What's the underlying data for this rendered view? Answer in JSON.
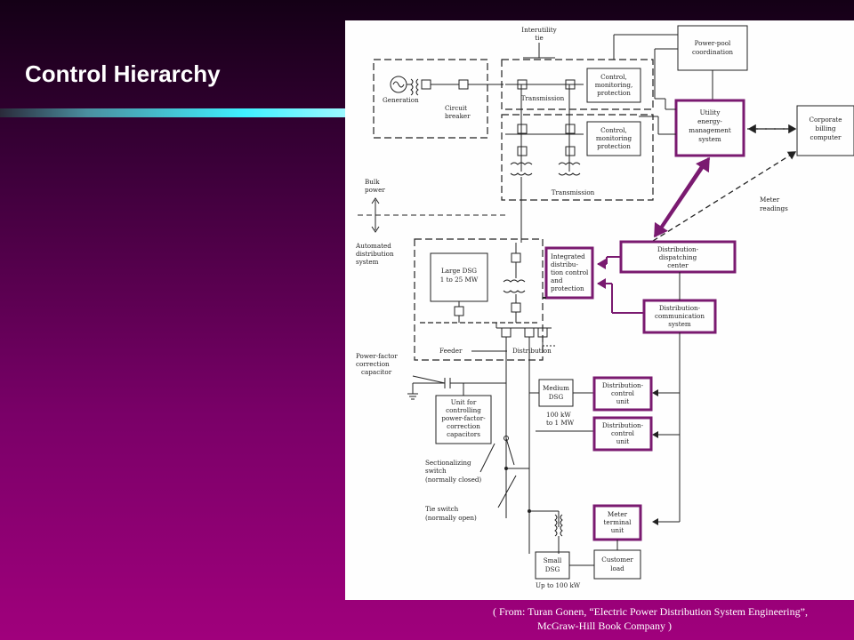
{
  "slide": {
    "title": "Control Hierarchy",
    "caption_line1": "( From: Turan Gonen, “Electric Power Distribution System Engineering”,",
    "caption_line2": "McGraw-Hill Book Company )"
  },
  "colors": {
    "accent_box": "#7a1a70",
    "background_top": "#140016",
    "background_bottom": "#a0007c"
  },
  "diagram": {
    "interutility_tie": [
      "Interutility",
      "tie"
    ],
    "power_pool": [
      "Power-pool",
      "coordination"
    ],
    "utility_ems": [
      "Utility",
      "energy-",
      "management",
      "system"
    ],
    "corporate_billing": [
      "Corporate",
      "billing",
      "computer"
    ],
    "control_1": [
      "Control,",
      "monitoring,",
      "protection"
    ],
    "control_2": [
      "Control,",
      "monitoring",
      "protection"
    ],
    "generation": "Generation",
    "circuit_breaker": [
      "Circuit",
      "breaker"
    ],
    "transmission_1": "Transmission",
    "transmission_2": "Transmission",
    "bulk_power": [
      "Bulk",
      "power"
    ],
    "automated_distribution": [
      "Automated",
      "distribution",
      "system"
    ],
    "meter_readings": [
      "Meter",
      "readings"
    ],
    "dispatching_center": [
      "Distribution-",
      "dispatching",
      "center"
    ],
    "integrated_control": [
      "Integrated",
      "distribu-",
      "tion control",
      "and",
      "protection"
    ],
    "communication_system": [
      "Distribution-",
      "communication",
      "system"
    ],
    "large_dsg": [
      "Large DSG",
      "1 to 25 MW"
    ],
    "feeder": "Feeder",
    "distribution": "Distribution",
    "pf_capacitor": [
      "Power-factor",
      "correction",
      "capacitor"
    ],
    "pf_unit": [
      "Unit for",
      "controlling",
      "power-factor-",
      "correction",
      "capacitors"
    ],
    "medium_dsg": [
      "Medium",
      "DSG"
    ],
    "medium_dsg_range": [
      "100 kW",
      "to 1 MW"
    ],
    "dcu_1": [
      "Distribution-",
      "control",
      "unit"
    ],
    "dcu_2": [
      "Distribution-",
      "control",
      "unit"
    ],
    "sectionalizing_switch": [
      "Sectionalizing",
      "switch",
      "(normally closed)"
    ],
    "tie_switch": [
      "Tie switch",
      "(normally open)"
    ],
    "meter_terminal": [
      "Meter",
      "terminal",
      "unit"
    ],
    "small_dsg": [
      "Small",
      "DSG"
    ],
    "small_dsg_range": "Up to 100 kW",
    "customer_load": [
      "Customer",
      "load"
    ]
  }
}
